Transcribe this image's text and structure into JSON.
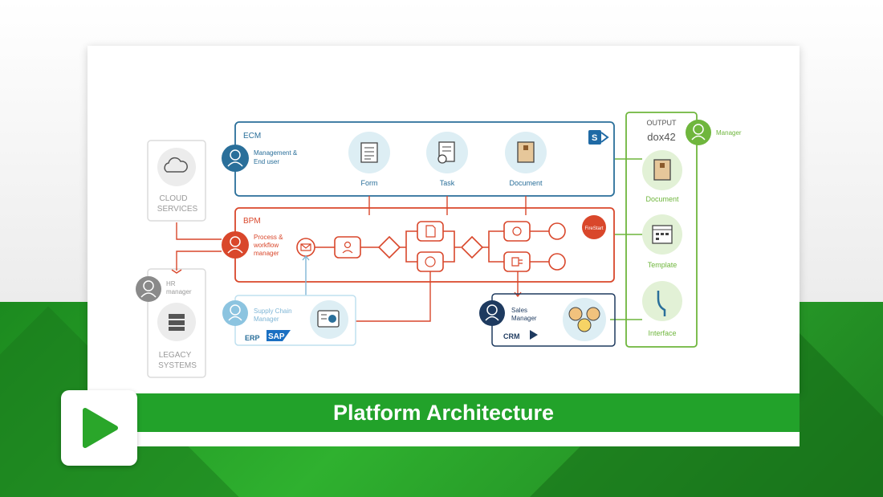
{
  "banner_title": "Platform Architecture",
  "colors": {
    "blue": "#2a6f9a",
    "red": "#d9472b",
    "green": "#6fb63d",
    "gray": "#9a9a9a",
    "banner": "#22a22a"
  },
  "cloud": {
    "line1": "CLOUD",
    "line2": "SERVICES"
  },
  "legacy": {
    "line1": "LEGACY",
    "line2": "SYSTEMS"
  },
  "hr": {
    "line1": "HR",
    "line2": "manager"
  },
  "ecm": {
    "title": "ECM",
    "role_line1": "Management &",
    "role_line2": "End user",
    "form": "Form",
    "task": "Task",
    "document": "Document"
  },
  "bpm": {
    "title": "BPM",
    "role_line1": "Process &",
    "role_line2": "workflow",
    "role_line3": "manager",
    "badge": "FireStart"
  },
  "erp": {
    "role_line1": "Supply Chain",
    "role_line2": "Manager",
    "label": "ERP",
    "brand": "SAP"
  },
  "crm": {
    "role_line1": "Sales",
    "role_line2": "Manager",
    "label": "CRM"
  },
  "output": {
    "title": "OUTPUT",
    "brand": "dox42",
    "manager": "Manager",
    "document": "Document",
    "template": "Template",
    "interface": "Interface"
  }
}
